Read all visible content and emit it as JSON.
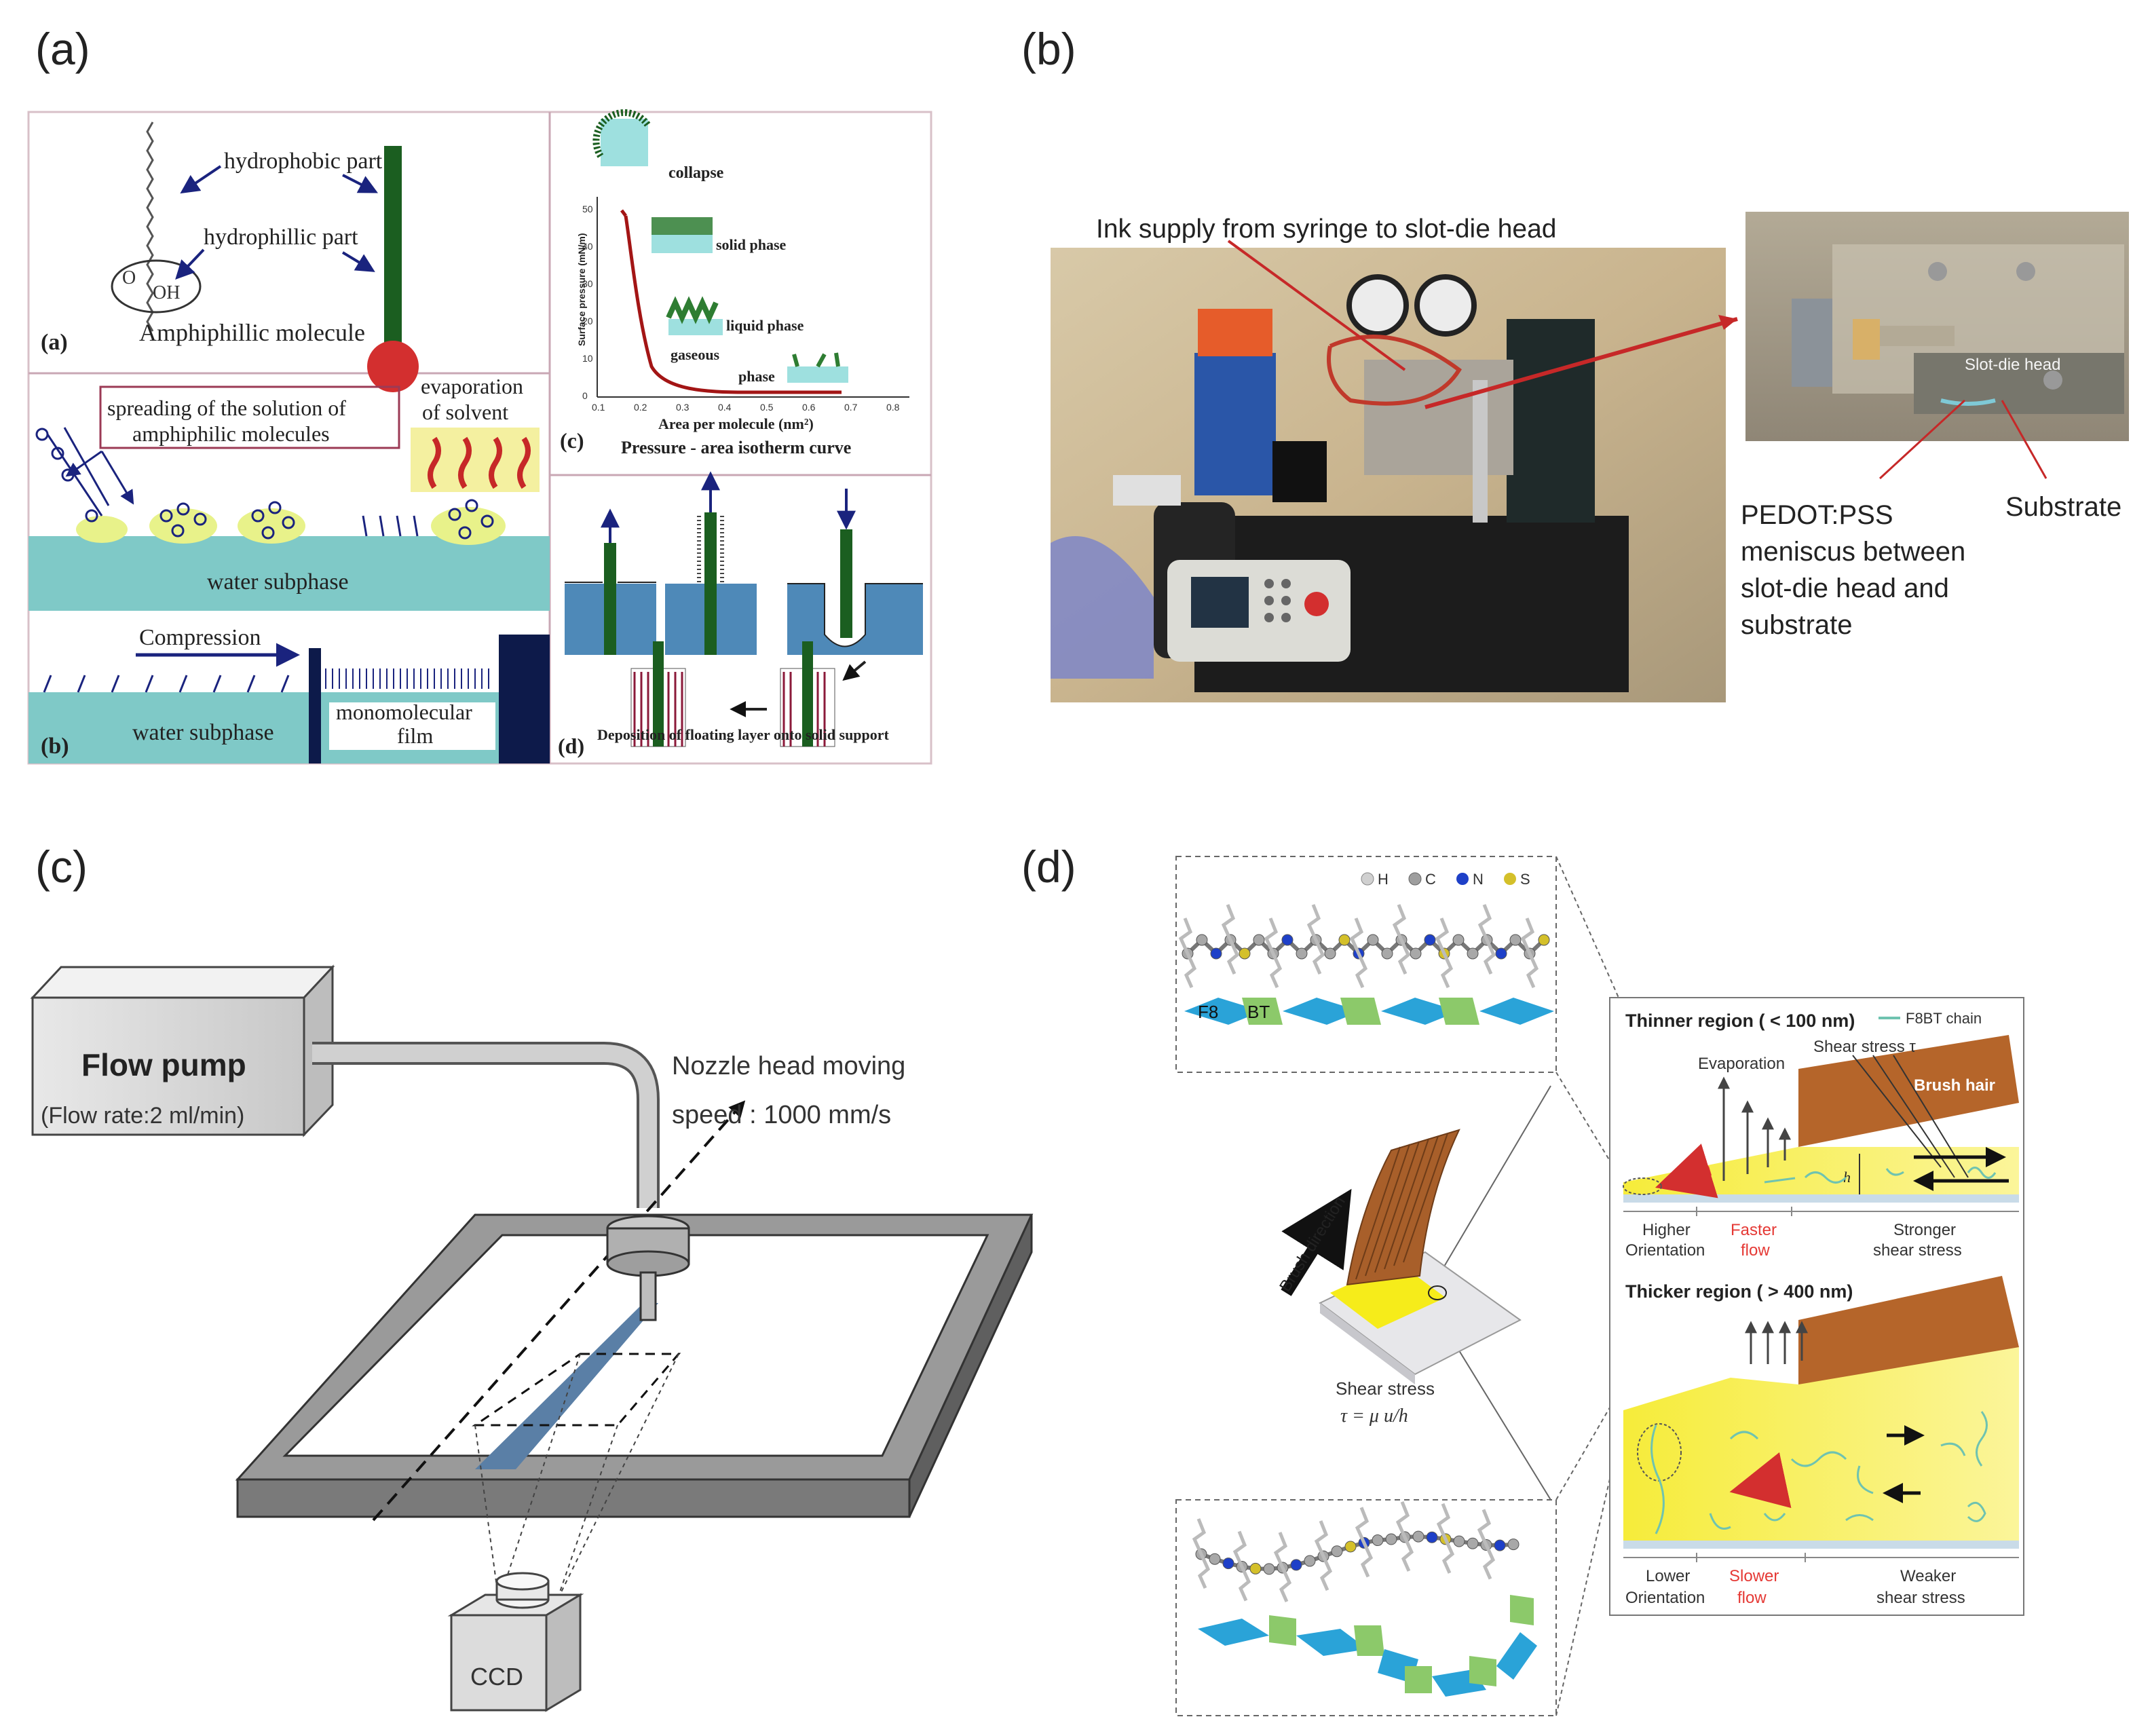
{
  "panel_labels": {
    "a": "(a)",
    "b": "(b)",
    "c": "(c)",
    "d": "(d)"
  },
  "panel_a": {
    "sub_a": {
      "tag": "(a)",
      "hydrophobic": "hydrophobic part",
      "hydrophilic": "hydrophillic part",
      "o": "O",
      "oh": "OH",
      "caption": "Amphiphillic molecule"
    },
    "sub_b": {
      "tag": "(b)",
      "spreading": [
        "spreading of the solution of",
        "amphiphilic molecules"
      ],
      "evaporation": [
        "evaporation",
        "of solvent"
      ],
      "water1": "water subphase",
      "compression": "Compression",
      "water2": "water subphase",
      "film": [
        "monomolecular",
        "film"
      ]
    },
    "sub_c": {
      "tag": "(c)",
      "collapse": "collapse",
      "solid": "solid phase",
      "liquid": "liquid phase",
      "gaseous": [
        "gaseous",
        "phase"
      ],
      "ylabel": "Surface pressure (mN/m)",
      "xlabel": "Area per molecule (nm²)",
      "caption": "Pressure - area isotherm curve",
      "xticks": [
        "0.1",
        "0.2",
        "0.3",
        "0.4",
        "0.5",
        "0.6",
        "0.7",
        "0.8"
      ],
      "yticks": [
        "0",
        "10",
        "20",
        "30",
        "40",
        "50"
      ]
    },
    "sub_d": {
      "tag": "(d)",
      "caption": "Deposition of floating layer onto solid support"
    }
  },
  "panel_b": {
    "ink_supply": "Ink supply from syringe to slot-die head",
    "slot_die": "Slot-die head",
    "pedot": [
      "PEDOT:PSS",
      "meniscus between",
      "slot-die head and",
      "substrate"
    ],
    "substrate": "Substrate"
  },
  "panel_c": {
    "pump": "Flow pump",
    "flow_rate": "(Flow rate:2 ml/min)",
    "nozzle": [
      "Nozzle head moving",
      "speed : 1000 mm/s"
    ],
    "ccd": "CCD"
  },
  "panel_d": {
    "legend_atoms": [
      "H",
      "C",
      "N",
      "S"
    ],
    "f8": "F8",
    "bt": "BT",
    "brush_direction": "Brush direction",
    "shear_title": "Shear stress",
    "formula": "τ = μ u/h",
    "thin_title": "Thinner region ( < 100 nm)",
    "f8bt_chain": "F8BT chain",
    "evaporation": "Evaporation",
    "shear_tau": "Shear stress τ",
    "brush_hair": "Brush hair",
    "h": "h",
    "thin_labels": [
      [
        "Higher",
        "Orientation"
      ],
      [
        "Faster",
        "flow"
      ],
      [
        "Stronger",
        "shear stress"
      ]
    ],
    "thick_title": "Thicker region ( > 400 nm)",
    "thick_labels": [
      [
        "Lower",
        "Orientation"
      ],
      [
        "Slower",
        "flow"
      ],
      [
        "Weaker",
        "shear stress"
      ]
    ]
  },
  "colors": {
    "water": "#7fc9c7",
    "green": "#2e7d32",
    "red_ball": "#d32f2f",
    "maroon": "#8b1a3a",
    "brush": "#b5652a",
    "yellow": "#f7f060",
    "blue_seg": "#2aa3d8",
    "green_seg": "#8cc96a",
    "accent_red": "#e53935"
  }
}
